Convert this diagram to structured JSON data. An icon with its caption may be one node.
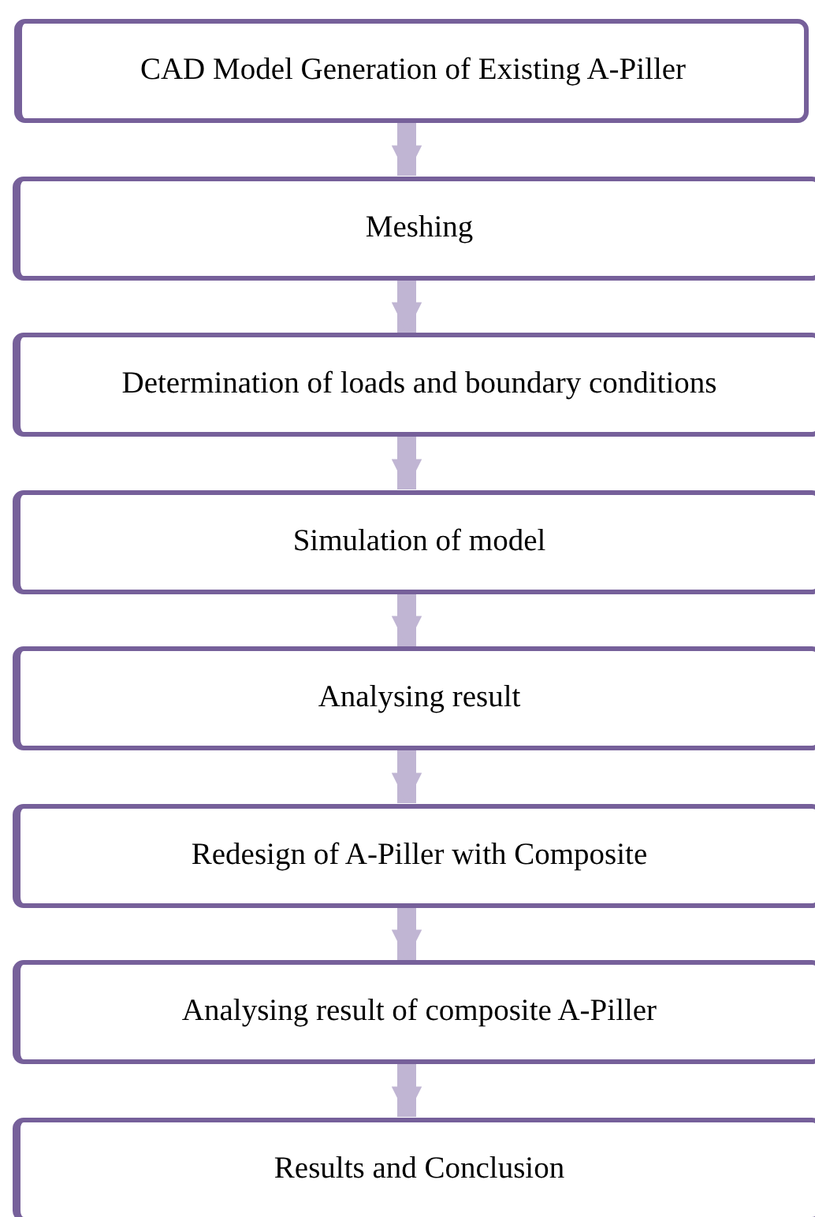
{
  "diagram": {
    "nodes": [
      {
        "text": [
          "CAD Model Generation of Existing A-Piller"
        ]
      },
      {
        "text": [
          "Meshing"
        ]
      },
      {
        "text": [
          "Determination of loads and boundary conditions"
        ]
      },
      {
        "text": [
          "Simulation of model"
        ]
      },
      {
        "text": [
          "Analysing result"
        ]
      },
      {
        "text": [
          "Redesign of A-Piller with Composite"
        ]
      },
      {
        "text": [
          "Analysing result of composite A-Piller"
        ]
      },
      {
        "text": [
          "Results and Conclusion"
        ]
      }
    ],
    "edges": [
      {
        "from": 0,
        "to": 1,
        "arrow": "to"
      },
      {
        "from": 1,
        "to": 2,
        "arrow": "to"
      },
      {
        "from": 2,
        "to": 3,
        "arrow": "to"
      },
      {
        "from": 3,
        "to": 4,
        "arrow": "to"
      },
      {
        "from": 4,
        "to": 5,
        "arrow": "to"
      },
      {
        "from": 5,
        "to": 6,
        "arrow": "to"
      },
      {
        "from": 6,
        "to": 7,
        "arrow": "to"
      }
    ]
  }
}
